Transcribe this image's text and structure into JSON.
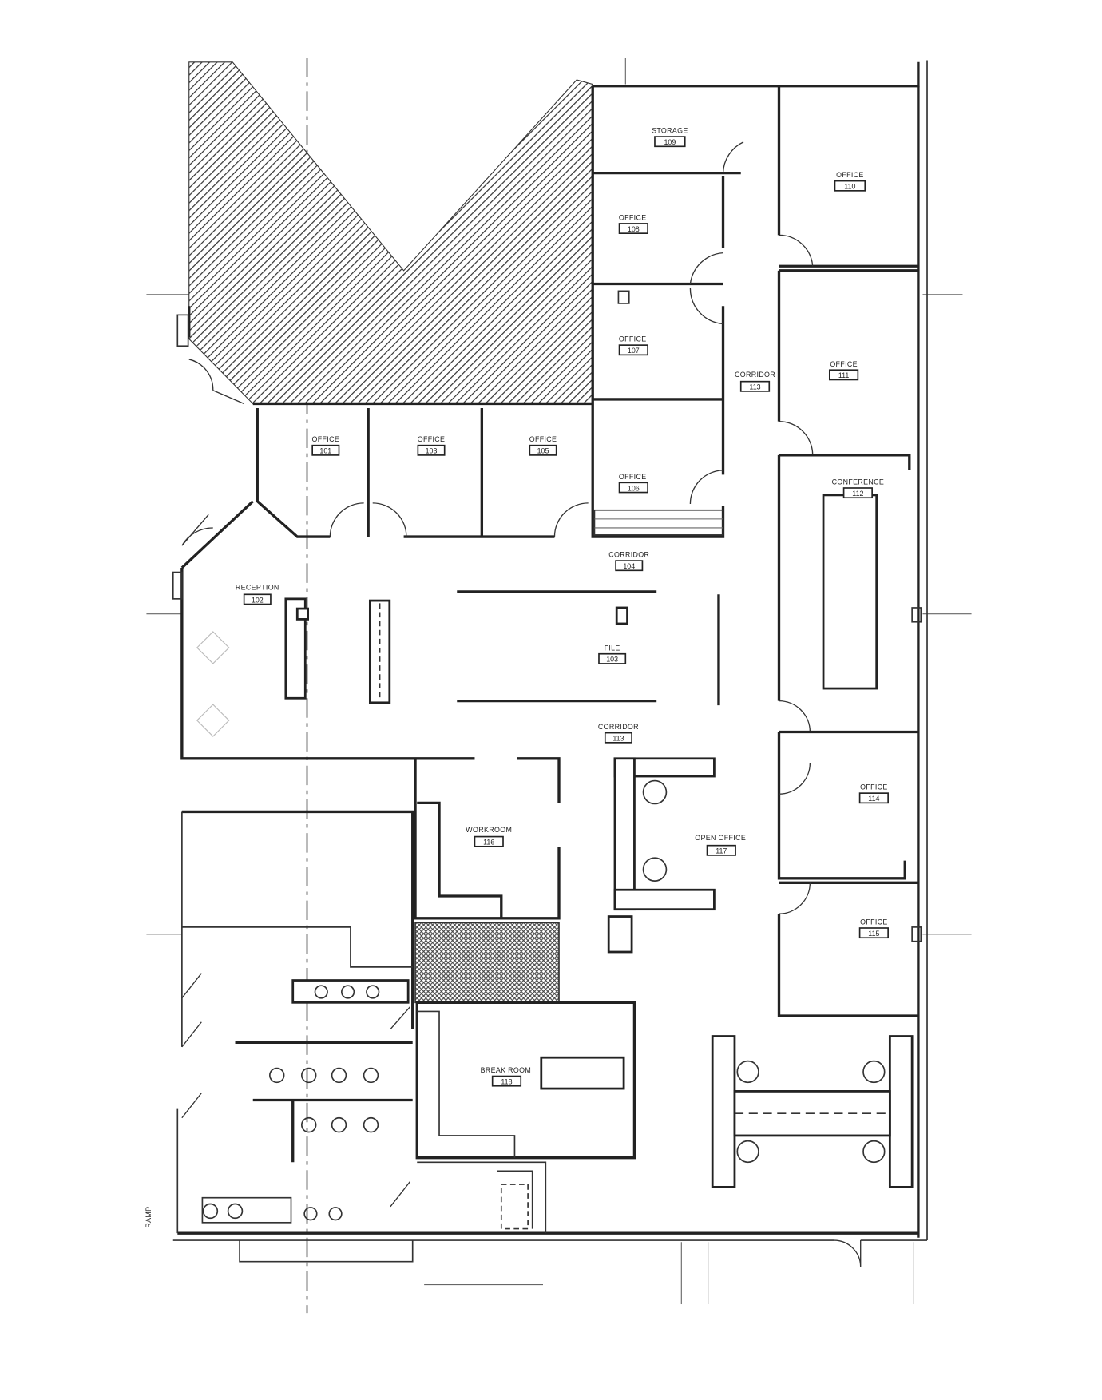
{
  "plan": {
    "rooms": [
      {
        "name": "STORAGE",
        "number": "109"
      },
      {
        "name": "OFFICE",
        "number": "110"
      },
      {
        "name": "OFFICE",
        "number": "108"
      },
      {
        "name": "OFFICE",
        "number": "107"
      },
      {
        "name": "CORRIDOR",
        "number": "113"
      },
      {
        "name": "OFFICE",
        "number": "111"
      },
      {
        "name": "OFFICE",
        "number": "106"
      },
      {
        "name": "CONFERENCE",
        "number": "112"
      },
      {
        "name": "OFFICE",
        "number": "101"
      },
      {
        "name": "OFFICE",
        "number": "103"
      },
      {
        "name": "OFFICE",
        "number": "105"
      },
      {
        "name": "CORRIDOR",
        "number": "104"
      },
      {
        "name": "RECEPTION",
        "number": "102"
      },
      {
        "name": "FILE",
        "number": "103"
      },
      {
        "name": "CORRIDOR",
        "number": "113"
      },
      {
        "name": "WORKROOM",
        "number": "116"
      },
      {
        "name": "OPEN OFFICE",
        "number": "117"
      },
      {
        "name": "OFFICE",
        "number": "114"
      },
      {
        "name": "OFFICE",
        "number": "115"
      },
      {
        "name": "BREAK ROOM",
        "number": "118"
      },
      {
        "name": "RAMP",
        "number": ""
      }
    ],
    "colors": {
      "wall": "#222222",
      "hatch": "#333333",
      "background": "#ffffff"
    }
  }
}
